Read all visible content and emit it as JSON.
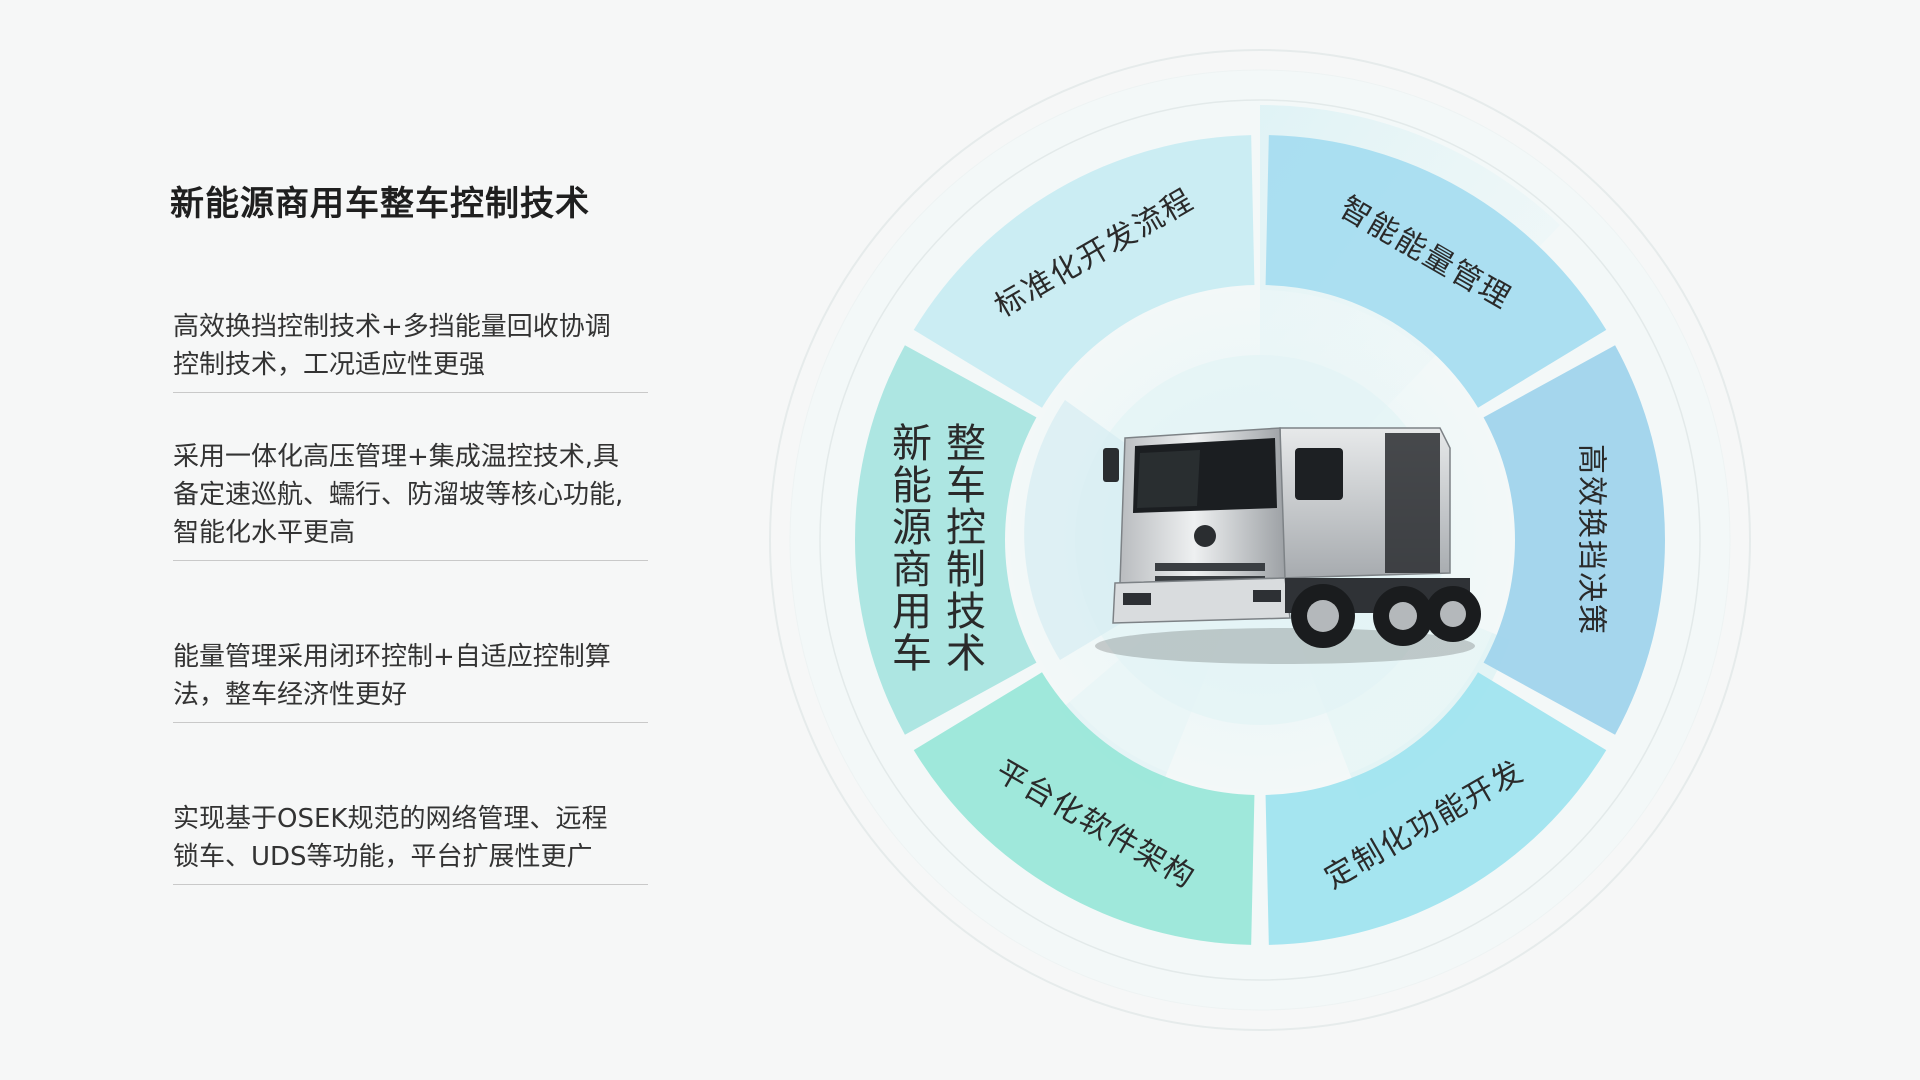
{
  "title": "新能源商用车整车控制技术",
  "features": [
    {
      "lines": [
        "高效换挡控制技术+多挡能量回收协调",
        "控制技术，工况适应性更强"
      ]
    },
    {
      "lines": [
        "采用一体化高压管理+集成温控技术,具",
        "备定速巡航、蠕行、防溜坡等核心功能,",
        "智能化水平更高"
      ]
    },
    {
      "lines": [
        "能量管理采用闭环控制+自适应控制算",
        "法，整车经济性更好"
      ]
    },
    {
      "lines": [
        "实现基于OSEK规范的网络管理、远程",
        "锁车、UDS等功能，平台扩展性更广"
      ]
    }
  ],
  "diagram": {
    "center_title_columns": [
      "整车控制技术",
      "新能源商用车"
    ],
    "segments": [
      {
        "label": "标准化开发流程",
        "color": "#c8ecf2"
      },
      {
        "label": "智能能量管理",
        "color": "#a5dcf0"
      },
      {
        "label": "高效换挡决策",
        "color": "#9ed3ec"
      },
      {
        "label": "定制化功能开发",
        "color": "#9ee3ef"
      },
      {
        "label": "平台化软件架构",
        "color": "#98e6d8"
      },
      {
        "label": "",
        "color": "#a7e4df"
      }
    ],
    "truck_image": "truck-tractor-icon"
  }
}
